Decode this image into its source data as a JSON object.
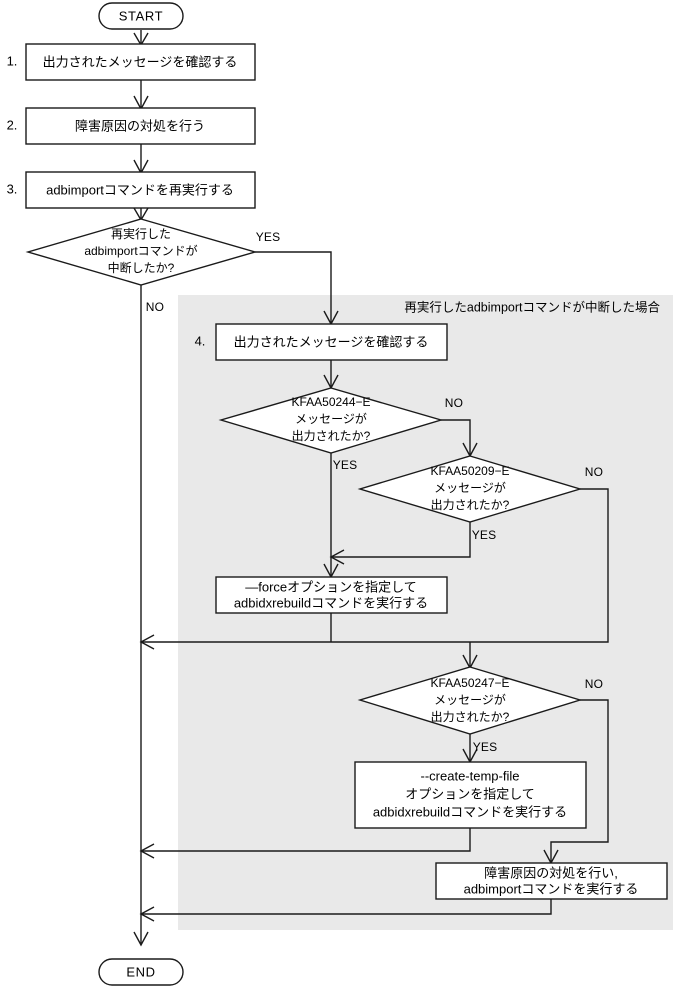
{
  "diagram": {
    "title_text": "",
    "colors": {
      "panel_fill": "#e9e9e9",
      "node_fill": "#ffffff",
      "stroke": "#1a1a1a",
      "background": "#ffffff"
    },
    "panel": {
      "caption": "再実行したadbimportコマンドが中断した場合"
    },
    "terminators": {
      "start": "START",
      "end": "END"
    },
    "steps": {
      "n1": "1.",
      "n2": "2.",
      "n3": "3.",
      "n4": "4."
    },
    "nodes": {
      "step1": {
        "line1": "出力されたメッセージを確認する"
      },
      "step2": {
        "line1": "障害原因の対処を行う"
      },
      "step3": {
        "line1": "adbimportコマンドを再実行する"
      },
      "step4": {
        "line1": "出力されたメッセージを確認する"
      },
      "force_cmd": {
        "line1": "—forceオプションを指定して",
        "line2": "adbidxrebuildコマンドを実行する"
      },
      "create_temp_cmd": {
        "line1": "--create-temp-file",
        "line2": "オプションを指定して",
        "line3": "adbidxrebuildコマンドを実行する"
      },
      "recover_cmd": {
        "line1": "障害原因の対処を行い,",
        "line2": "adbimportコマンドを実行する"
      }
    },
    "decisions": {
      "interrupted": {
        "line1": "再実行した",
        "line2": "adbimportコマンドが",
        "line3": "中断したか?",
        "yes": "YES",
        "no": "NO"
      },
      "kfaa50244": {
        "line1": "KFAA50244−E",
        "line2": "メッセージが",
        "line3": "出力されたか?",
        "yes": "YES",
        "no": "NO"
      },
      "kfaa50209": {
        "line1": "KFAA50209−E",
        "line2": "メッセージが",
        "line3": "出力されたか?",
        "yes": "YES",
        "no": "NO"
      },
      "kfaa50247": {
        "line1": "KFAA50247−E",
        "line2": "メッセージが",
        "line3": "出力されたか?",
        "yes": "YES",
        "no": "NO"
      }
    }
  }
}
